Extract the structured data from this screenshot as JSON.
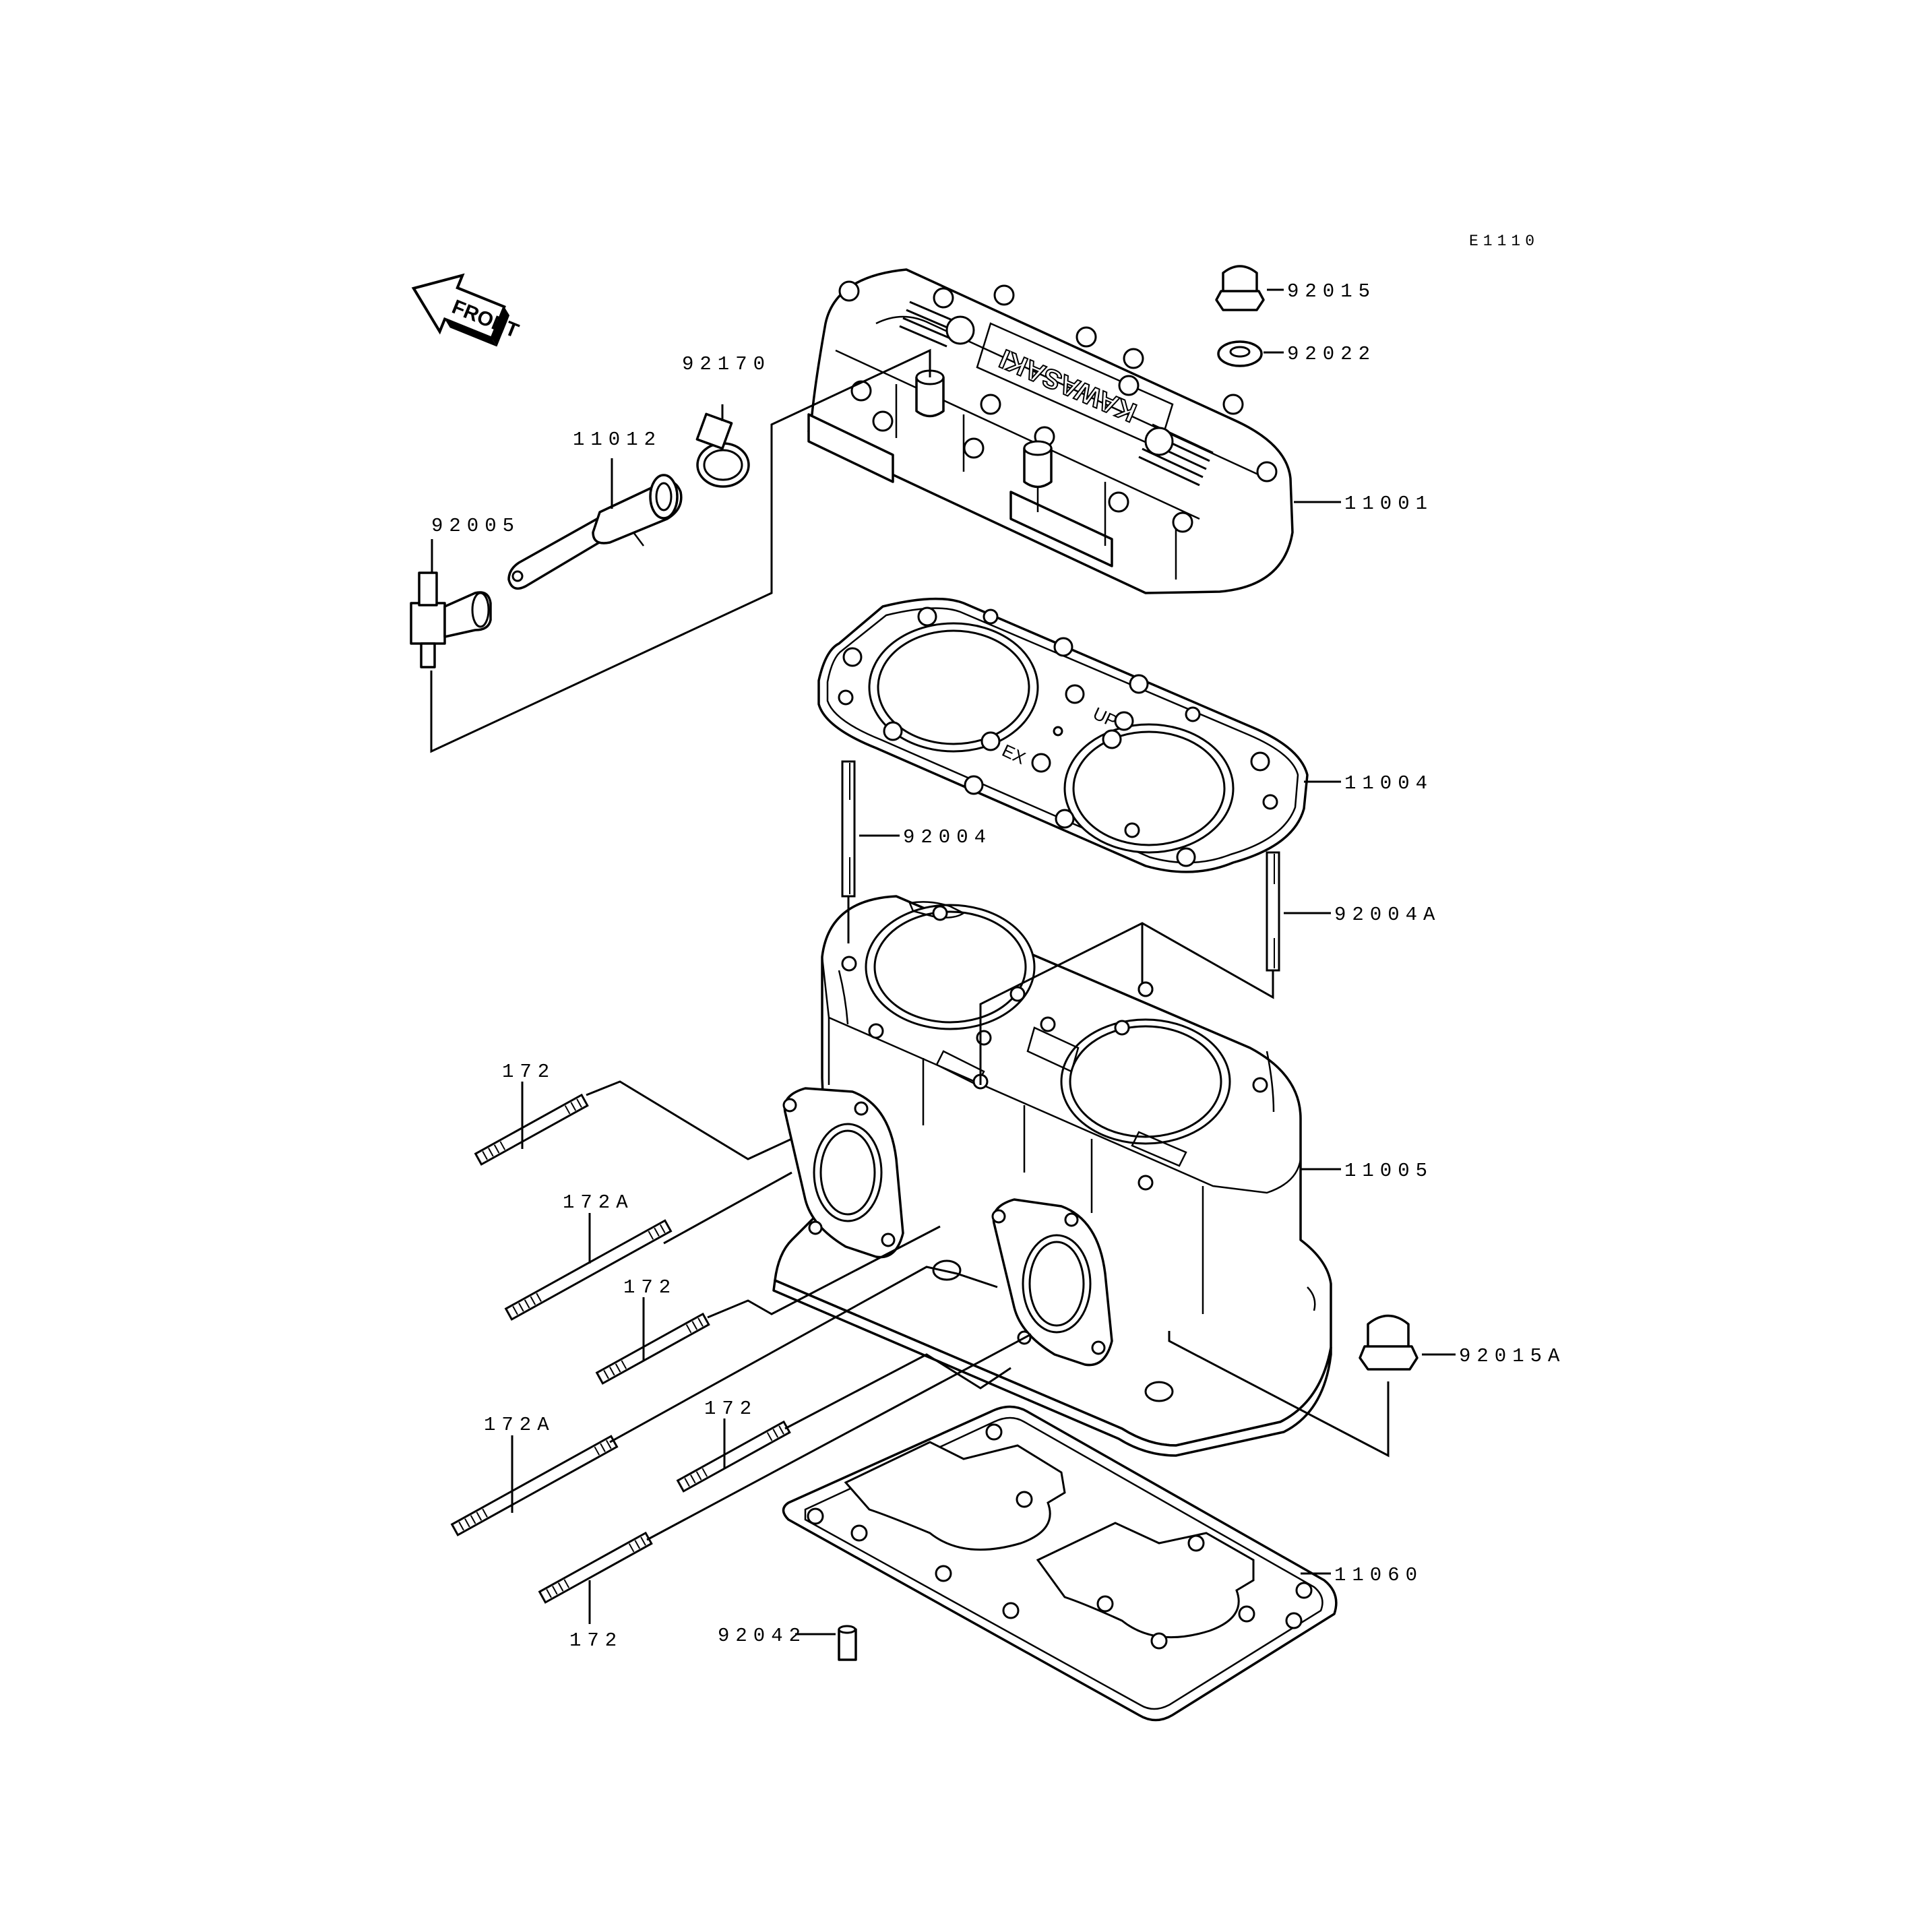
{
  "diagram": {
    "page_code": "E1110",
    "front_marker": "FRONT",
    "gasket_marks": {
      "up": "UP",
      "ex": "EX"
    },
    "cover_logo": "KAWASAKI",
    "colors": {
      "line": "#000000",
      "background": "#ffffff"
    },
    "labels": {
      "p92015": "92015",
      "p92022": "92022",
      "p92170": "92170",
      "p11012": "11012",
      "p92005": "92005",
      "p11001": "11001",
      "p11004": "11004",
      "p92004": "92004",
      "p92004A": "92004A",
      "p11005": "11005",
      "p172_1": "172",
      "p172A_1": "172A",
      "p172_2": "172",
      "p172A_2": "172A",
      "p172_3": "172",
      "p172_4": "172",
      "p92015A": "92015A",
      "p11060": "11060",
      "p92042": "92042"
    }
  }
}
